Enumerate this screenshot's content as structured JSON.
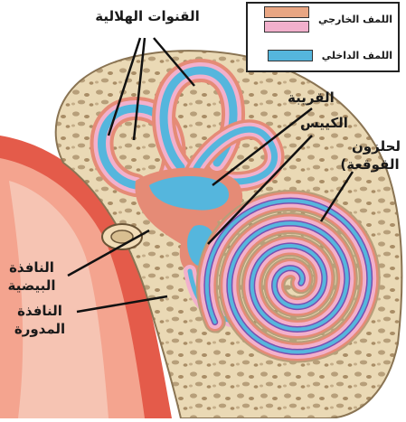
{
  "labels": {
    "semicircular_canals": "القنوات الهلالية",
    "utricle": "القريبة",
    "saccule": "الكييس",
    "cochlea_line1": "لحلزون",
    "cochlea_line2": "القوقعة)",
    "oval_window_line1": "النافذة",
    "oval_window_line2": "البيضية",
    "round_window_line1": "النافذة",
    "round_window_line2": "المدورة"
  },
  "legend": {
    "items": [
      {
        "label": "اللمف الخارجي",
        "colors": [
          "#e9a683",
          "#f2b0cc"
        ]
      },
      {
        "label": "اللمف الداخلي",
        "colors": [
          "#55b6dd"
        ]
      }
    ]
  },
  "colors": {
    "bone": "#ead9b5",
    "bone_pores": "#b79f7a",
    "perilymph_tan": "#e9a683",
    "perilymph_pink": "#f2b0cc",
    "endolymph_blue": "#55b6dd",
    "flesh": "#e45b4a",
    "flesh_light": "#f4a48f"
  }
}
